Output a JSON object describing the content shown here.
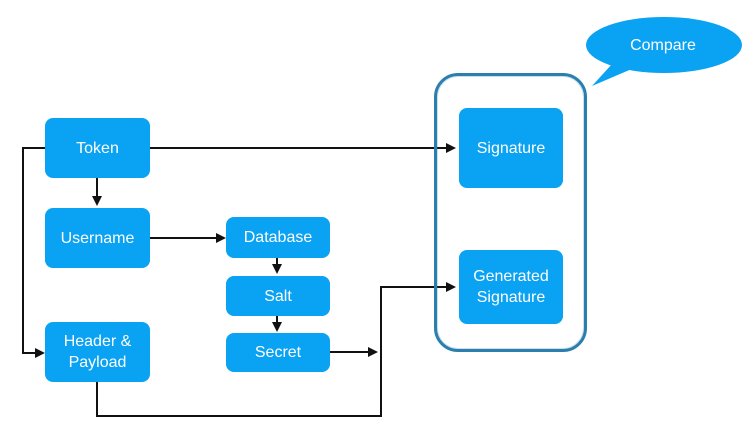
{
  "callout": {
    "label": "Compare"
  },
  "nodes": {
    "token": "Token",
    "username": "Username",
    "header_payload": "Header &\nPayload",
    "database": "Database",
    "salt": "Salt",
    "secret": "Secret",
    "signature": "Signature",
    "generated_signature": "Generated\nSignature"
  },
  "colors": {
    "node_fill": "#0aa2f3",
    "node_text": "#ffffff",
    "line": "#111111",
    "frame": "#2b7fae"
  }
}
